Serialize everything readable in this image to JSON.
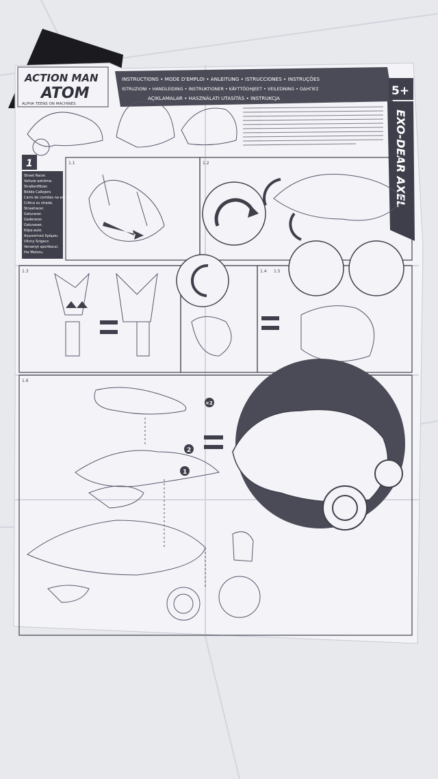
{
  "sheet": {
    "logo_brand": "ACTION MAN",
    "logo_sub": "ATOM",
    "logo_tagline": "ALPHA TEENS ON MACHINES",
    "instructions_header": [
      "INSTRUCTIONS • MODE D'EMPLOI • ANLEITUNG • ISTRUCCIONES • INSTRUÇÕES",
      "ISTRUZIONI • HANDLEIDING • INSTRUKTIONER • KÄYTTÖOHJEET • VEILEDNING • ΟΔΗΓΙΕΣ",
      "AÇIKLAMALAR • HASZNÁLATI UTASÍTÁS • INSTRUKCJA"
    ],
    "age_badge": "5+",
    "product_name": "EXO-DEAR AXEL",
    "step_number": "1",
    "mode_labels": [
      "Street Racer.",
      "Voiture extrême.",
      "Straßenflitzer.",
      "Bólido Callejero.",
      "Carro de corridas na estrada.",
      "Critica su strada.",
      "Straatracer.",
      "Gaturacer.",
      "Gaderacer.",
      "Gatuvaser.",
      "Kilpa-auto.",
      "Αγωνιστικό δρόμου.",
      "Ulicny Scigacz.",
      "Versenyt sportkocsi.",
      "Hız Motoru."
    ],
    "sub_steps": [
      "1.1",
      "1.2",
      "1.3",
      "1.4",
      "1.5",
      "1.6"
    ],
    "callouts": [
      "×2",
      "2",
      "1"
    ]
  },
  "colors": {
    "paper": "#f4f4f8",
    "ink": "#3f3f4b",
    "banner": "#4b4b58",
    "tile": "#e9ebee",
    "dark_card": "#1b1b1f"
  }
}
